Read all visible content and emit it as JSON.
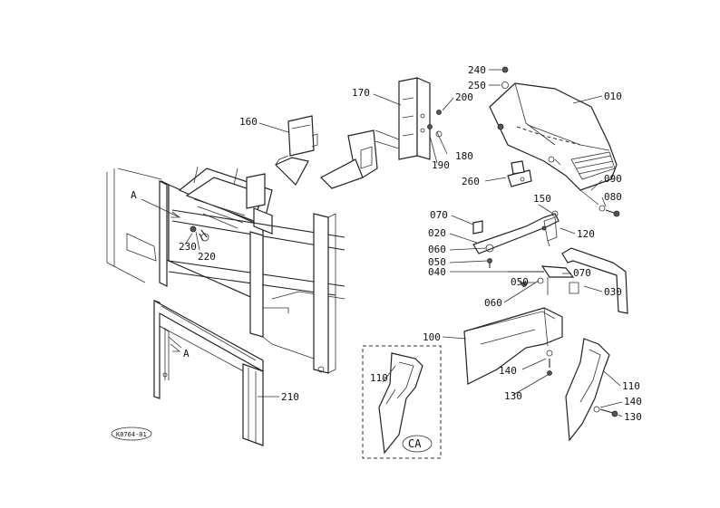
{
  "labels": {
    "p010": "010",
    "p020": "020",
    "p030": "030",
    "p040": "040",
    "p050a": "050",
    "p050b": "050",
    "p060a": "060",
    "p060b": "060",
    "p070a": "070",
    "p070b": "070",
    "p080": "080",
    "p090": "090",
    "p100": "100",
    "p110a": "110",
    "p110b": "110",
    "p120": "120",
    "p130a": "130",
    "p130b": "130",
    "p140a": "140",
    "p140b": "140",
    "p150": "150",
    "p160": "160",
    "p170": "170",
    "p180": "180",
    "p190": "190",
    "p200": "200",
    "p210": "210",
    "p220": "220",
    "p230": "230",
    "p240": "240",
    "p250": "250",
    "p260": "260",
    "refA1": "A",
    "refA2": "A",
    "variant_ca": "CA",
    "drawing_code": "K0764-01"
  }
}
